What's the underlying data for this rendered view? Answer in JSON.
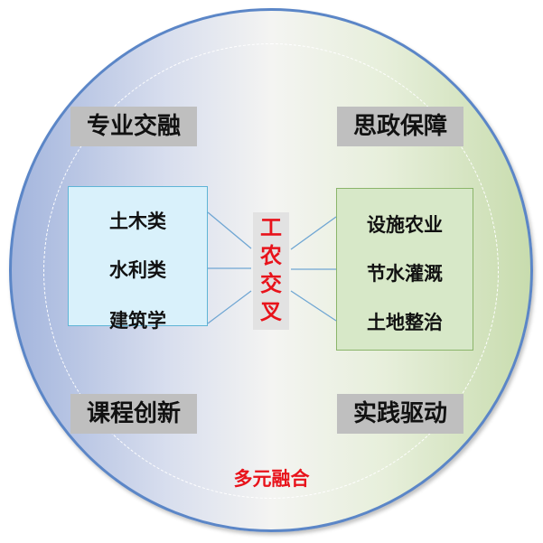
{
  "corners": {
    "top_left": "专业交融",
    "top_right": "思政保障",
    "bottom_left": "课程创新",
    "bottom_right": "实践驱动"
  },
  "left_items": [
    "土木类",
    "水利类",
    "建筑学"
  ],
  "right_items": [
    "设施农业",
    "节水灌溉",
    "土地整治"
  ],
  "center": {
    "chars": [
      "工",
      "农",
      "交",
      "叉"
    ]
  },
  "footer": "多元融合",
  "colors": {
    "accent_red": "#e8131b",
    "circle_border": "#5b86c7",
    "left_panel": "#d9f1fb",
    "right_panel": "#d7e8c8",
    "label_box": "#bfbfbf"
  }
}
